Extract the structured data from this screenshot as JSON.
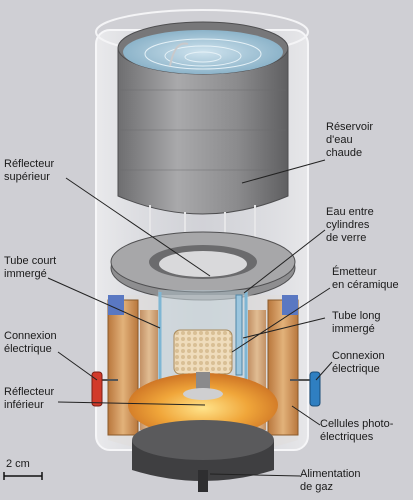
{
  "labels": {
    "reservoir": [
      "Réservoir",
      "d'eau",
      "chaude"
    ],
    "reflecteur_superieur": [
      "Réflecteur",
      "supérieur"
    ],
    "eau_entre": [
      "Eau entre",
      "cylindres",
      "de verre"
    ],
    "tube_court": [
      "Tube court",
      "immergé"
    ],
    "emetteur": [
      "Émetteur",
      "en céramique"
    ],
    "tube_long": [
      "Tube long",
      "immergé"
    ],
    "connexion_gauche": [
      "Connexion",
      "électrique"
    ],
    "connexion_droite": [
      "Connexion",
      "électrique"
    ],
    "reflecteur_inferieur": [
      "Réflecteur",
      "inférieur"
    ],
    "cellules": [
      "Cellules photo-",
      "électriques"
    ],
    "echelle": "2 cm",
    "alimentation": [
      "Alimentation",
      "de gaz"
    ]
  },
  "colors": {
    "background": "#cfcfd4",
    "reservoir_metal": "#8a8a8c",
    "water": "#9fc3d6",
    "cells_orange": "#d6a46a",
    "emitter": "#e8cfa8",
    "flame": "#e58a2a",
    "connector_red": "#d23a2a",
    "connector_blue": "#2f7fc1"
  }
}
